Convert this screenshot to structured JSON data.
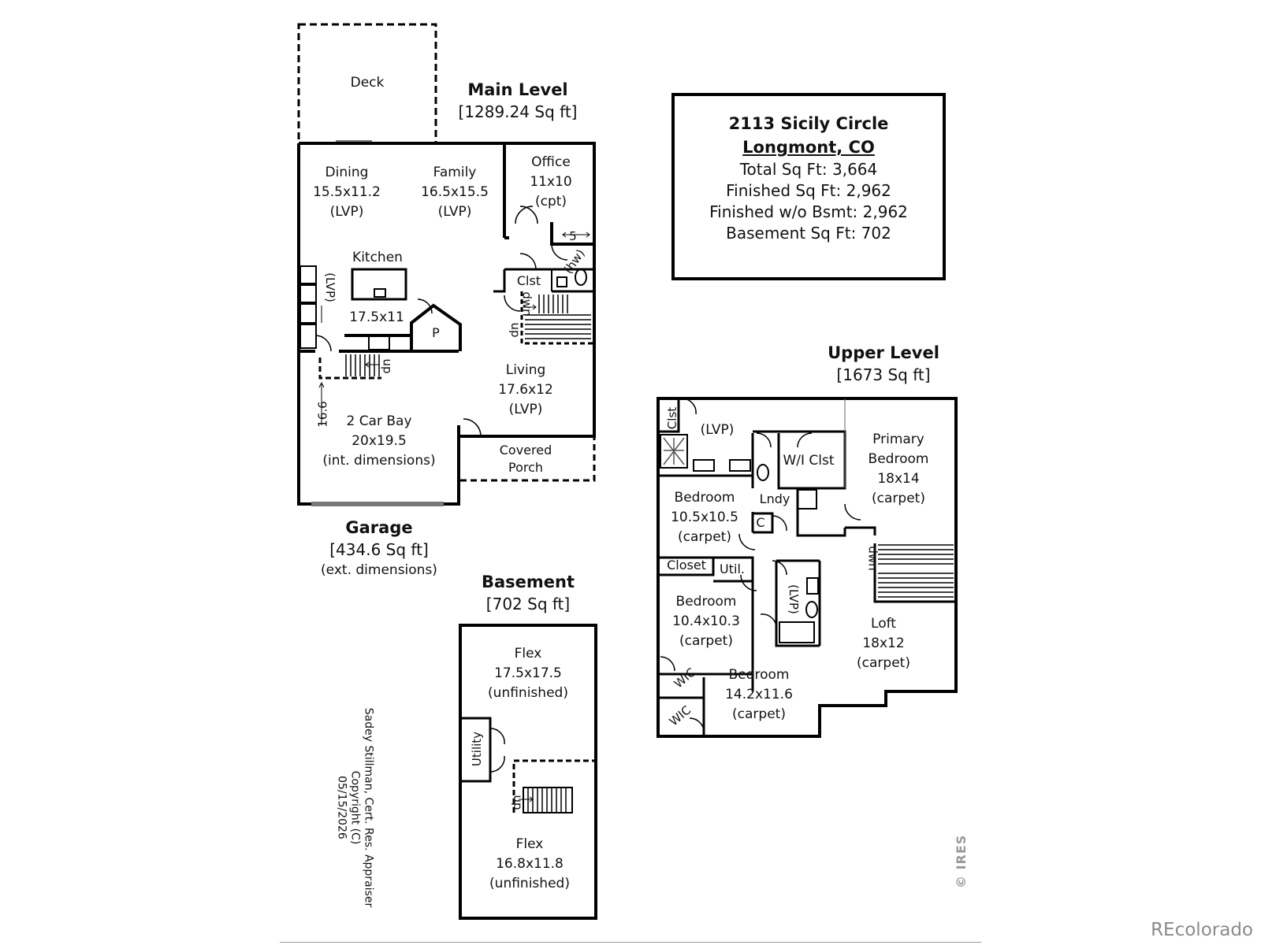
{
  "main_level": {
    "title": "Main Level",
    "sqft": "[1289.24 Sq ft]"
  },
  "garage": {
    "title": "Garage",
    "sqft": "[434.6 Sq ft]",
    "note": "(ext. dimensions)"
  },
  "basement": {
    "title": "Basement",
    "sqft": "[702 Sq ft]"
  },
  "upper_level": {
    "title": "Upper Level",
    "sqft": "[1673 Sq ft]"
  },
  "info": {
    "address1": "2113 Sicily Circle",
    "address2": "Longmont, CO",
    "stats": [
      "Total Sq Ft: 3,664",
      "Finished Sq Ft: 2,962",
      "Finished w/o Bsmt: 2,962",
      "Basement Sq Ft: 702"
    ]
  },
  "main_rooms": {
    "deck": "Deck",
    "dining": [
      "Dining",
      "15.5x11.2",
      "(LVP)"
    ],
    "family": [
      "Family",
      "16.5x15.5",
      "(LVP)"
    ],
    "office": [
      "Office",
      "11x10",
      "(cpt)"
    ],
    "five": "5",
    "hw": "(hw)",
    "clst": "Clst",
    "kitchen": "Kitchen",
    "kitchen_dim": "17.5x11",
    "kitchen_floor": "(LVP)",
    "pantry": "P",
    "living": [
      "Living",
      "17.6x12",
      "(LVP)"
    ],
    "car_bay": [
      "2 Car Bay",
      "20x19.5",
      "(int. dimensions)"
    ],
    "garage_depth": "16.6",
    "porch": [
      "Covered",
      "Porch"
    ],
    "dn": "dn",
    "up": "up",
    "dwn": "dwn"
  },
  "basement_rooms": {
    "flex1": [
      "Flex",
      "17.5x17.5",
      "(unfinished)"
    ],
    "flex2": [
      "Flex",
      "16.8x11.8",
      "(unfinished)"
    ],
    "utility": "Utility",
    "dn": "dn"
  },
  "upper_rooms": {
    "clst": "Clst",
    "lvp1": "(LVP)",
    "wi_clst": "W/I Clst",
    "primary": [
      "Primary",
      "Bedroom",
      "18x14",
      "(carpet)"
    ],
    "bed1": [
      "Bedroom",
      "10.5x10.5",
      "(carpet)"
    ],
    "lndy": "Lndy",
    "c": "C",
    "closet": "Closet",
    "util": "Util.",
    "lvp2": "(LVP)",
    "dwn": "dwn",
    "bed2": [
      "Bedroom",
      "10.4x10.3",
      "(carpet)"
    ],
    "loft": [
      "Loft",
      "18x12",
      "(carpet)"
    ],
    "wic1": "WIC",
    "wic2": "WIC",
    "bed3": [
      "Bedroom",
      "14.2x11.6",
      "(carpet)"
    ]
  },
  "credit": [
    "Sadey Stillman, Cert. Res. Appraiser",
    "Copyright (C)",
    "05/15/2026"
  ],
  "watermark": "© IRES",
  "brand": "REcolorado"
}
